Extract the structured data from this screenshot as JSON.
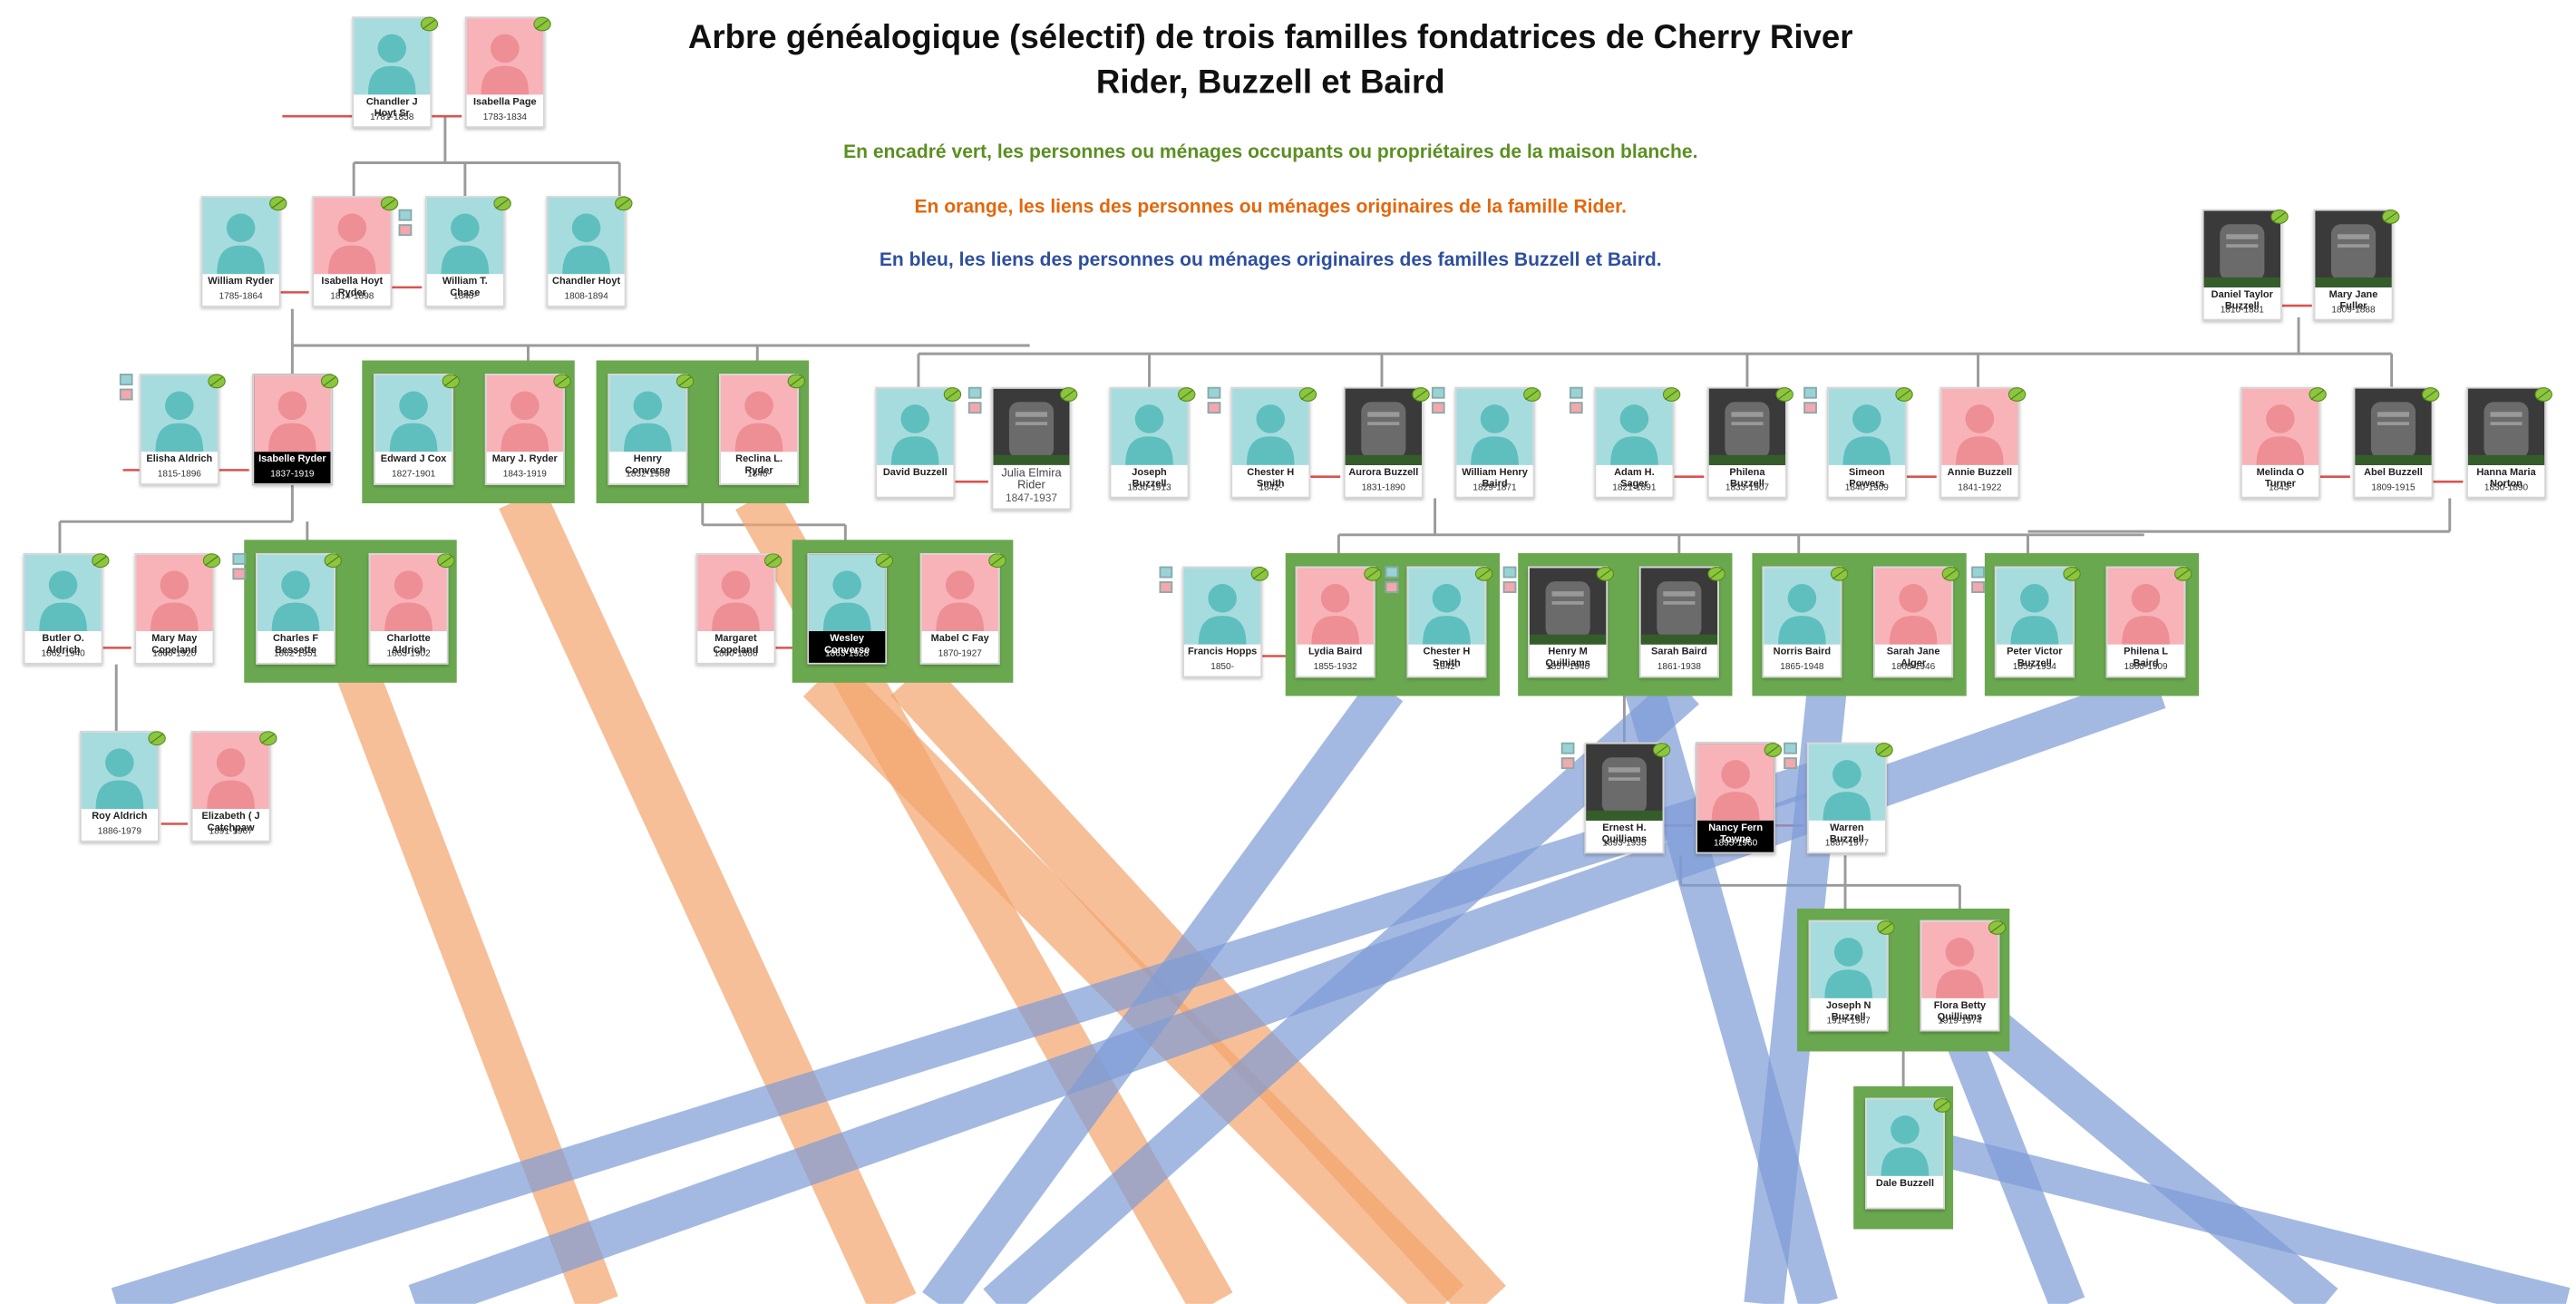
{
  "title_line1": "Arbre généalogique (sélectif) de trois familles fondatrices de Cherry River",
  "title_line2": "Rider, Buzzell et Baird",
  "legend": {
    "green": {
      "text": "En encadré vert, les personnes ou ménages occupants ou propriétaires de la maison blanche.",
      "color": "#5b8f22"
    },
    "orange": {
      "text": "En orange, les liens des personnes ou ménages originaires de la famille Rider.",
      "color": "#e2680e"
    },
    "blue": {
      "text": "En bleu, les liens des personnes ou ménages originaires des familles Buzzell et Baird.",
      "color": "#2e4f9e"
    }
  },
  "colors": {
    "green_box": "#6aa84f",
    "orange_band": "#f2a46c",
    "blue_band": "#7d9bd6",
    "male_bg": "#a7dcde",
    "female_bg": "#f7b3b8",
    "silhouette_male": "#5fbfbe",
    "silhouette_female": "#ee8e95"
  },
  "people": [
    {
      "id": "p1",
      "name": "Chandler J Hoyt Sr",
      "dates": "1781-1858",
      "sex": "m"
    },
    {
      "id": "p2",
      "name": "Isabella Page",
      "dates": "1783-1834",
      "sex": "f"
    },
    {
      "id": "p3",
      "name": "William Ryder",
      "dates": "1785-1864",
      "sex": "m"
    },
    {
      "id": "p4",
      "name": "Isabella Hoyt Ryder",
      "dates": "1814-1898",
      "sex": "f"
    },
    {
      "id": "p5",
      "name": "William T. Chase",
      "dates": "1840-",
      "sex": "m"
    },
    {
      "id": "p6",
      "name": "Chandler Hoyt",
      "dates": "1808-1894",
      "sex": "m"
    },
    {
      "id": "p7",
      "name": "Elisha Aldrich",
      "dates": "1815-1896",
      "sex": "m"
    },
    {
      "id": "p8",
      "name": "Isabelle Ryder",
      "dates": "1837-1919",
      "sex": "f"
    },
    {
      "id": "p9",
      "name": "Edward J Cox",
      "dates": "1827-1901",
      "sex": "m"
    },
    {
      "id": "p10",
      "name": "Mary J. Ryder",
      "dates": "1843-1919",
      "sex": "f"
    },
    {
      "id": "p11",
      "name": "Henry Converse",
      "dates": "1832-1908",
      "sex": "m"
    },
    {
      "id": "p12",
      "name": "Reclina L. Ryder",
      "dates": "1846-",
      "sex": "f"
    },
    {
      "id": "p13",
      "name": "Butler O. Aldrich",
      "dates": "1862-1940",
      "sex": "m"
    },
    {
      "id": "p14",
      "name": "Mary May Copeland",
      "dates": "1866-1920",
      "sex": "f"
    },
    {
      "id": "p15",
      "name": "Charles F Bessette",
      "dates": "1862-1951",
      "sex": "m"
    },
    {
      "id": "p16",
      "name": "Charlotte Aldrich",
      "dates": "1863-1902",
      "sex": "f"
    },
    {
      "id": "p17",
      "name": "Roy Aldrich",
      "dates": "1886-1979",
      "sex": "m"
    },
    {
      "id": "p18",
      "name": "Elizabeth ( J Catchpaw",
      "dates": "1891-1967",
      "sex": "f"
    },
    {
      "id": "p19",
      "name": "Margaret Copeland",
      "dates": "1860-1886",
      "sex": "f"
    },
    {
      "id": "p20",
      "name": "Wesley Converse",
      "dates": "1863-1928",
      "sex": "m"
    },
    {
      "id": "p21",
      "name": "Mabel C Fay",
      "dates": "1870-1927",
      "sex": "f"
    },
    {
      "id": "p22",
      "name": "David Buzzell",
      "dates": "",
      "sex": "m"
    },
    {
      "id": "p23",
      "name": "Julia Elmira Rider",
      "dates": "1847-1937",
      "sex": "f"
    },
    {
      "id": "p24",
      "name": "Joseph Buzzell",
      "dates": "1830-1913",
      "sex": "m"
    },
    {
      "id": "p25",
      "name": "Chester H Smith",
      "dates": "1842-",
      "sex": "m"
    },
    {
      "id": "p26",
      "name": "Aurora Buzzell",
      "dates": "1831-1890",
      "sex": "f"
    },
    {
      "id": "p27",
      "name": "William Henry Baird",
      "dates": "1829-1871",
      "sex": "m"
    },
    {
      "id": "p28",
      "name": "Adam H. Sager",
      "dates": "1821-1891",
      "sex": "m"
    },
    {
      "id": "p29",
      "name": "Philena Buzzell",
      "dates": "1833-1907",
      "sex": "f"
    },
    {
      "id": "p30",
      "name": "Simeon Powers",
      "dates": "1840-1909",
      "sex": "m"
    },
    {
      "id": "p31",
      "name": "Annie Buzzell",
      "dates": "1841-1922",
      "sex": "f"
    },
    {
      "id": "p32",
      "name": "Daniel Taylor Buzzell",
      "dates": "1810-1881",
      "sex": "m"
    },
    {
      "id": "p33",
      "name": "Mary Jane Fuller",
      "dates": "1809-1888",
      "sex": "f"
    },
    {
      "id": "p34",
      "name": "Melinda O Turner",
      "dates": "1843-",
      "sex": "f"
    },
    {
      "id": "p35",
      "name": "Abel Buzzell",
      "dates": "1809-1915",
      "sex": "m"
    },
    {
      "id": "p36",
      "name": "Hanna Maria Norton",
      "dates": "1830-1890",
      "sex": "f"
    },
    {
      "id": "p37",
      "name": "Francis Hopps",
      "dates": "1850-",
      "sex": "m"
    },
    {
      "id": "p38",
      "name": "Lydia Baird",
      "dates": "1855-1932",
      "sex": "f"
    },
    {
      "id": "p39",
      "name": "Chester H Smith",
      "dates": "1842-",
      "sex": "m"
    },
    {
      "id": "p40",
      "name": "Henry M Quilliams",
      "dates": "1857-1940",
      "sex": "m"
    },
    {
      "id": "p41",
      "name": "Sarah Baird",
      "dates": "1861-1938",
      "sex": "f"
    },
    {
      "id": "p42",
      "name": "Norris Baird",
      "dates": "1865-1948",
      "sex": "m"
    },
    {
      "id": "p43",
      "name": "Sarah Jane Alger",
      "dates": "1868-1946",
      "sex": "f"
    },
    {
      "id": "p44",
      "name": "Peter Victor Buzzell",
      "dates": "1859-1934",
      "sex": "m"
    },
    {
      "id": "p45",
      "name": "Philena L Baird",
      "dates": "1860-1909",
      "sex": "f"
    },
    {
      "id": "p46",
      "name": "Ernest H. Quilliams",
      "dates": "1893-1935",
      "sex": "m"
    },
    {
      "id": "p47",
      "name": "Nancy Fern Towne",
      "dates": "1895-1960",
      "sex": "f"
    },
    {
      "id": "p48",
      "name": "Warren Buzzell",
      "dates": "1887-1977",
      "sex": "m"
    },
    {
      "id": "p49",
      "name": "Joseph N Buzzell",
      "dates": "1914-1967",
      "sex": "m"
    },
    {
      "id": "p50",
      "name": "Flora Betty Quilliams",
      "dates": "1919-1974",
      "sex": "f"
    },
    {
      "id": "p51",
      "name": "Dale Buzzell",
      "dates": "",
      "sex": "m"
    }
  ]
}
